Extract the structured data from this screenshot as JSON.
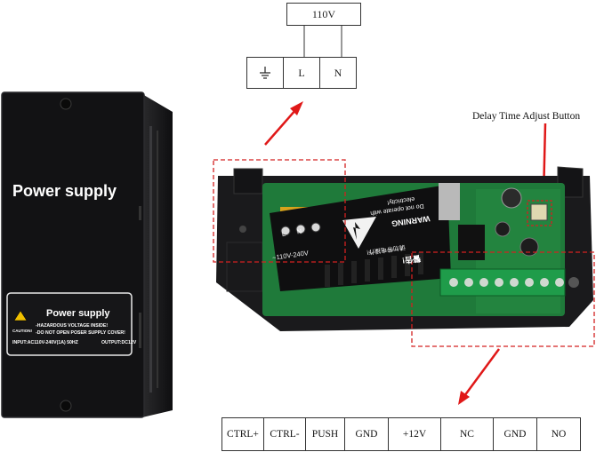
{
  "psu_photo": {
    "front_title": "Power supply",
    "label": {
      "title": "Power supply",
      "caution": "CAUTION!",
      "line1": "-HAZARDOUS VOLTAGE INSIDE!",
      "line2": "-DO NOT OPEN POSER SUPPLY COVER!",
      "input": "INPUT:AC110V-240V(1A) 50HZ",
      "output": "OUTPUT:DC12V"
    }
  },
  "mains_diagram": {
    "voltage": "110V",
    "terminals": [
      "",
      "L",
      "N"
    ]
  },
  "board": {
    "module_voltage": "~110V-240V",
    "terminal_marks": [
      "L",
      "N"
    ],
    "warning_title": "WARNING",
    "warning_line1": "Do not operate with",
    "warning_line2": "electricity!",
    "warning_cn": "警告!",
    "warning_cn2": "请勿带电操作!"
  },
  "delay_label": "Delay Time Adjust Button",
  "output_terminals": [
    "CTRL+",
    "CTRL-",
    "PUSH",
    "GND",
    "+12V",
    "NC",
    "GND",
    "NO"
  ],
  "colors": {
    "arrow": "#e01818",
    "dashed_box": "#d32020",
    "box_body": "#141416",
    "pcb": "#1f7a3a"
  }
}
